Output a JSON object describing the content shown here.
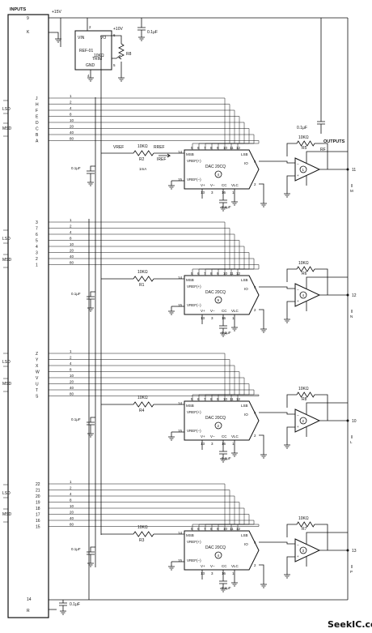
{
  "labels": {
    "inputs": "INPUTS",
    "plus15": "+15V",
    "ref": {
      "vin": "VIN",
      "vo": "VO",
      "name": "REF-01",
      "trim": "TRIM",
      "gnd": "GND",
      "pin2": "2",
      "pin6": "6",
      "pin5": "5",
      "pin4": "4",
      "pot": "10KΩ",
      "potname": "R8",
      "plus10": "+10V"
    },
    "cap": "0.1μF",
    "outputs": "OUTPUTS",
    "vref": "VREF",
    "rref": "RREF",
    "iref": "IREF",
    "onema": "1mA",
    "msb": "MSB",
    "lsb": "LSB",
    "vrefp": "VREF(+)",
    "vrefm": "VREF(−)",
    "vplus": "V+",
    "vminus": "V−",
    "cc": "CC",
    "vlc": "VLC",
    "io": "IO",
    "rf": "RF",
    "res10k": "10KΩ",
    "lsd": "LSD",
    "msd": "MSD",
    "watermark": "SeekIC.com"
  },
  "pin_labels": {
    "group1": [
      "J",
      "H",
      "F",
      "E",
      "D",
      "C",
      "B",
      "A"
    ],
    "group2": [
      "3",
      "7",
      "6",
      "5",
      "4",
      "3",
      "2",
      "1"
    ],
    "group3": [
      "Z",
      "Y",
      "X",
      "W",
      "V",
      "U",
      "T",
      "S"
    ],
    "group4": [
      "22",
      "21",
      "20",
      "19",
      "18",
      "17",
      "16",
      "15"
    ],
    "top": [
      "9",
      "K"
    ],
    "bottom": [
      "14",
      "R"
    ]
  },
  "weights": [
    "1",
    "2",
    "4",
    "8",
    "10",
    "20",
    "40",
    "80"
  ],
  "dac_pins_top": [
    "5",
    "6",
    "7",
    "8",
    "9",
    "10",
    "11",
    "12"
  ],
  "dacs": [
    {
      "name": "DAC 20CQ",
      "unit": "4",
      "rin": "10KΩ",
      "rin_name": "R2",
      "rout": "10KΩ",
      "rout_name": "R5",
      "amp": "1",
      "out_pin": "11",
      "side": "M",
      "pin14": "14",
      "pin15": "15",
      "pins_bottom": [
        "13",
        "3",
        "16",
        "1"
      ],
      "pin4": "4",
      "pin2": "2"
    },
    {
      "name": "DAC 20CQ",
      "unit": "9",
      "rin": "10KΩ",
      "rin_name": "R1",
      "rout": "10KΩ",
      "rout_name": "R6",
      "amp": "4",
      "out_pin": "12",
      "side": "N",
      "pin14": "14",
      "pin15": "15",
      "pins_bottom": [
        "13",
        "3",
        "16",
        "1"
      ],
      "pin4": "4",
      "pin2": "2"
    },
    {
      "name": "DAC 20CQ",
      "unit": "2",
      "rin": "10KΩ",
      "rin_name": "R4",
      "rout": "10KΩ",
      "rout_name": "R8",
      "amp": "2",
      "out_pin": "10",
      "side": "L",
      "pin14": "14",
      "pin15": "15",
      "pins_bottom": [
        "13",
        "3",
        "16",
        "1"
      ],
      "pin4": "4",
      "pin2": "2"
    },
    {
      "name": "DAC 20CQ",
      "unit": "4",
      "rin": "10KΩ",
      "rin_name": "R3",
      "rout": "10KΩ",
      "rout_name": "R7",
      "amp": "3",
      "out_pin": "13",
      "side": "P",
      "pin14": "14",
      "pin15": "15",
      "pins_bottom": [
        "13",
        "3",
        "16",
        "1"
      ],
      "pin4": "4",
      "pin2": "2"
    }
  ]
}
